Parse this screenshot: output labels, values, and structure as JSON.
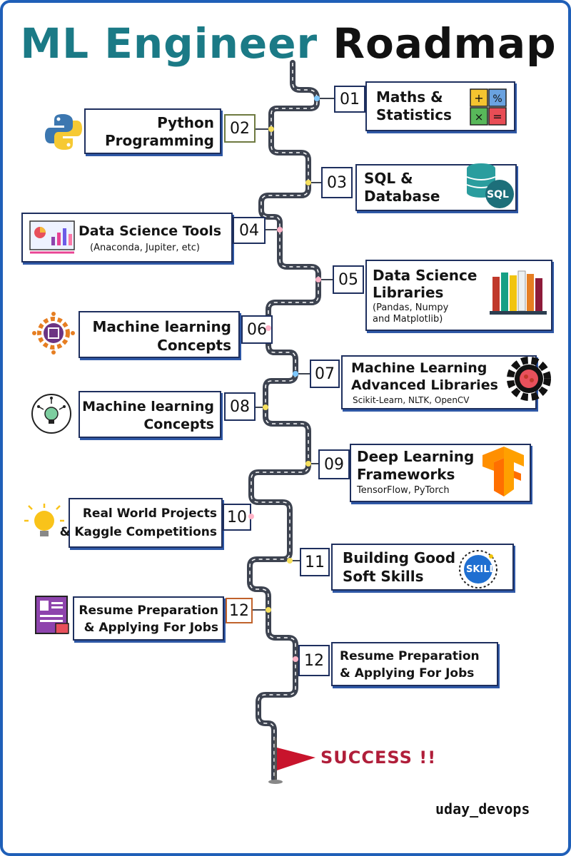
{
  "title": {
    "part1": "ML Engineer",
    "part2": "Roadmap"
  },
  "steps": [
    {
      "num": "01",
      "title_l1": "Maths &",
      "title_l2": "Statistics"
    },
    {
      "num": "02",
      "title_l1": "Python",
      "title_l2": "Programming"
    },
    {
      "num": "03",
      "title_l1": "SQL &",
      "title_l2": "Database",
      "icon_text": "SQL"
    },
    {
      "num": "04",
      "title": "Data Science Tools",
      "sub": "(Anaconda, Jupiter, etc)"
    },
    {
      "num": "05",
      "title_l1": "Data Science",
      "title_l2": "Libraries",
      "sub_l1": "(Pandas, Numpy",
      "sub_l2": "and Matplotlib)"
    },
    {
      "num": "06",
      "title_l1": "Machine learning",
      "title_l2": "Concepts"
    },
    {
      "num": "07",
      "title_l1": "Machine Learning",
      "title_l2": "Advanced Libraries",
      "sub": "Scikit-Learn, NLTK, OpenCV"
    },
    {
      "num": "08",
      "title_l1": "Machine learning",
      "title_l2": "Concepts"
    },
    {
      "num": "09",
      "title_l1": "Deep Learning",
      "title_l2": "Frameworks",
      "sub": "TensorFlow, PyTorch"
    },
    {
      "num": "10",
      "title_l1": "Real World Projects",
      "title_l2": "& Kaggle Competitions"
    },
    {
      "num": "11",
      "title_l1": "Building Good",
      "title_l2": "Soft Skills",
      "icon_text": "SKILL"
    },
    {
      "num": "12",
      "title_l1": "Resume Preparation",
      "title_l2": "& Applying For Jobs"
    },
    {
      "num": "12",
      "title_l1": "Resume Preparation",
      "title_l2": "& Applying For Jobs"
    }
  ],
  "success": "SUCCESS !!",
  "footer": "uday_devops",
  "colors": {
    "title_teal": "#1b7a86",
    "border_blue": "#1f5fb8",
    "card_border": "#1e2f5e",
    "success_red": "#b01e3a",
    "road": "#3d4350"
  }
}
